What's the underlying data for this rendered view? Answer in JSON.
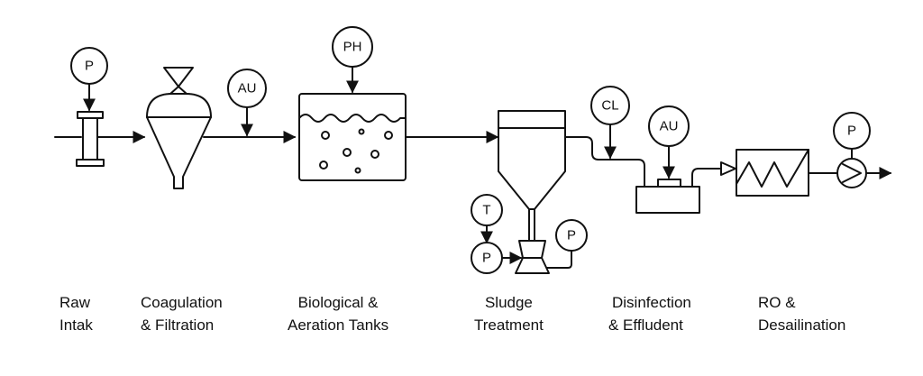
{
  "diagram": {
    "type": "process-flow",
    "title": "",
    "colors": {
      "line": "#111111",
      "background": "#ffffff"
    },
    "instruments": {
      "intake_p": "P",
      "coag_au": "AU",
      "aeration_ph": "PH",
      "sludge_t": "T",
      "sludge_p_in": "P",
      "sludge_p_out": "P",
      "disinfection_cl": "CL",
      "disinfection_au": "AU",
      "ro_p": "P"
    },
    "stages": [
      {
        "id": "raw-intake",
        "line1": "Raw",
        "line2": "Intak"
      },
      {
        "id": "coagulation-filtration",
        "line1": "Coagulation",
        "line2": "& Filtration"
      },
      {
        "id": "biological-aeration",
        "line1": "Biological &",
        "line2": "Aeration Tanks"
      },
      {
        "id": "sludge-treatment",
        "line1": "Sludge",
        "line2": "Treatment"
      },
      {
        "id": "disinfection-effluent",
        "line1": "Disinfection",
        "line2": "& Effludent"
      },
      {
        "id": "ro-desalination",
        "line1": "RO &",
        "line2": "Desailination"
      }
    ],
    "equipment": [
      "intake-flow-element",
      "coagulation-filter-vessel",
      "aeration-tank",
      "sludge-clarifier",
      "sludge-pump",
      "disinfection-contact-tank",
      "ro-membrane-unit",
      "product-pump"
    ]
  }
}
